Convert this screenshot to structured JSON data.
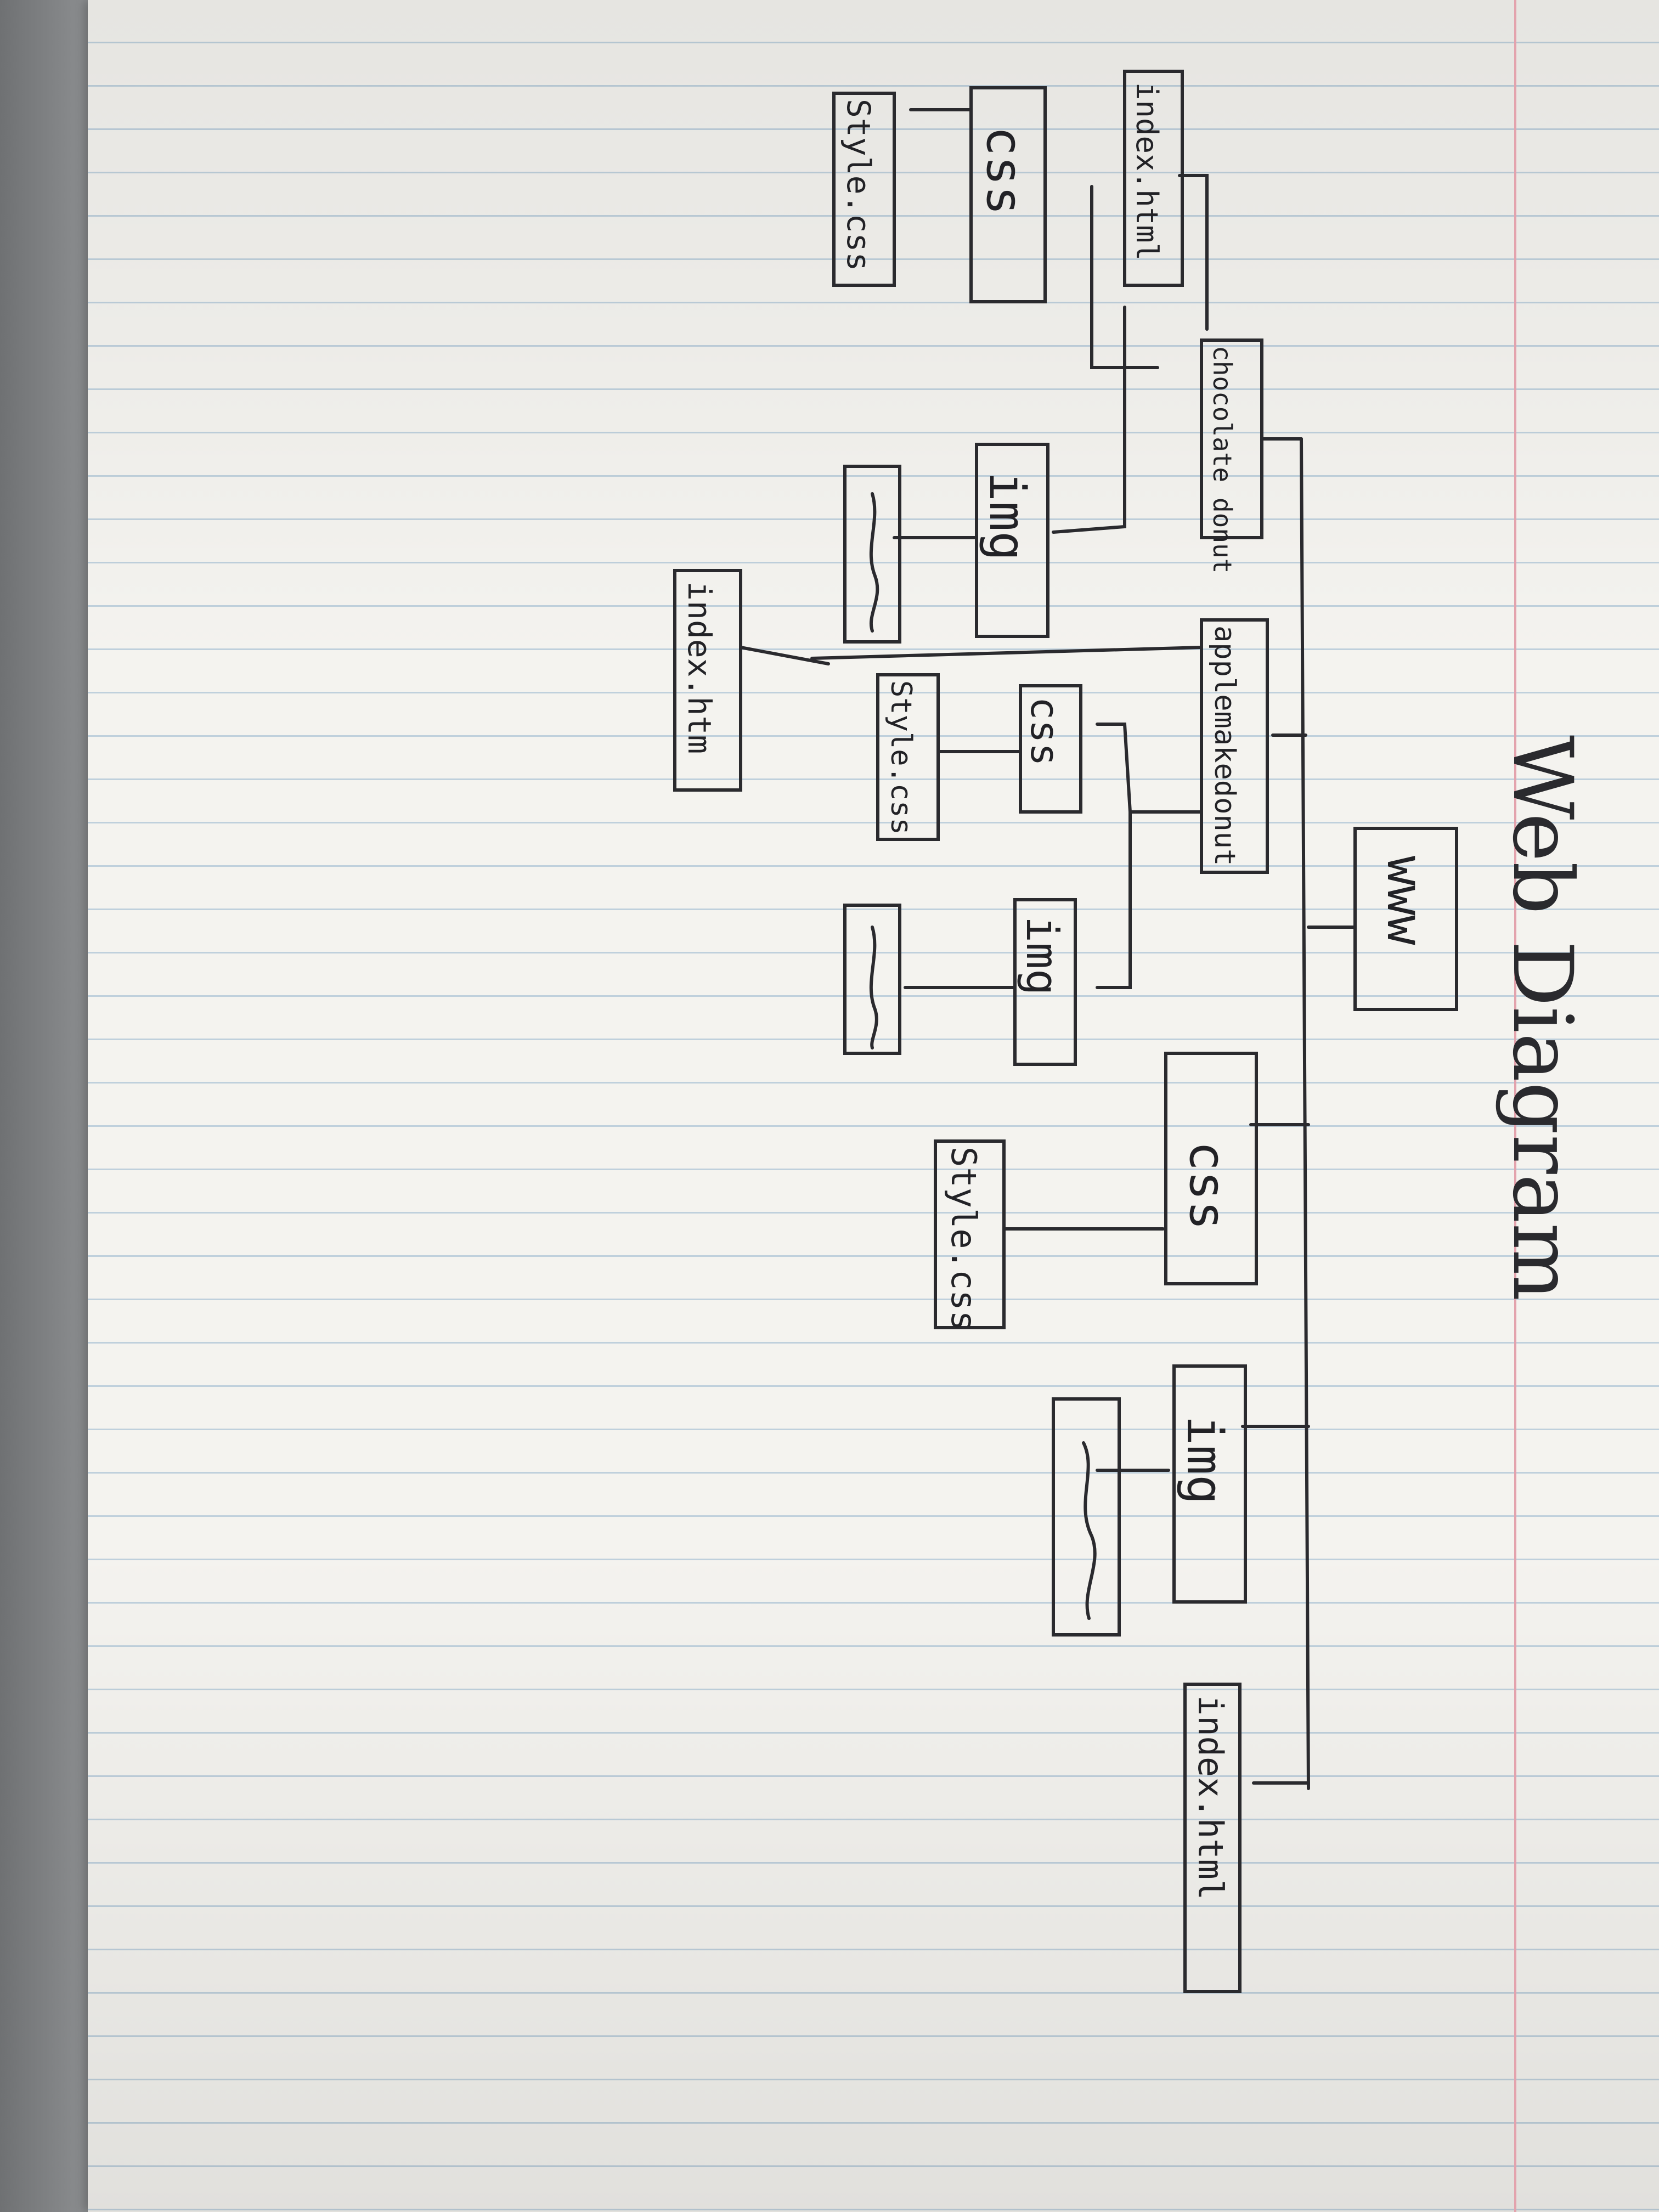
{
  "title": "Web Diagram",
  "nodes": {
    "root": "www",
    "root_css": "css",
    "root_style": "Style.css",
    "root_img": "img",
    "root_index": "index.html",
    "choc_folder": "chocolate donut",
    "choc_index": "index.html",
    "choc_css": "css",
    "choc_style": "Style.css",
    "choc_img": "img",
    "apple_folder": "applemakedonut",
    "apple_index": "index.htm",
    "apple_css": "css",
    "apple_style": "Style.css",
    "apple_img": "img"
  },
  "colors": {
    "ink": "#2a2a2e",
    "paper": "#f4f3ef",
    "rule": "#bfd0dc",
    "margin": "#e3a3ad"
  }
}
